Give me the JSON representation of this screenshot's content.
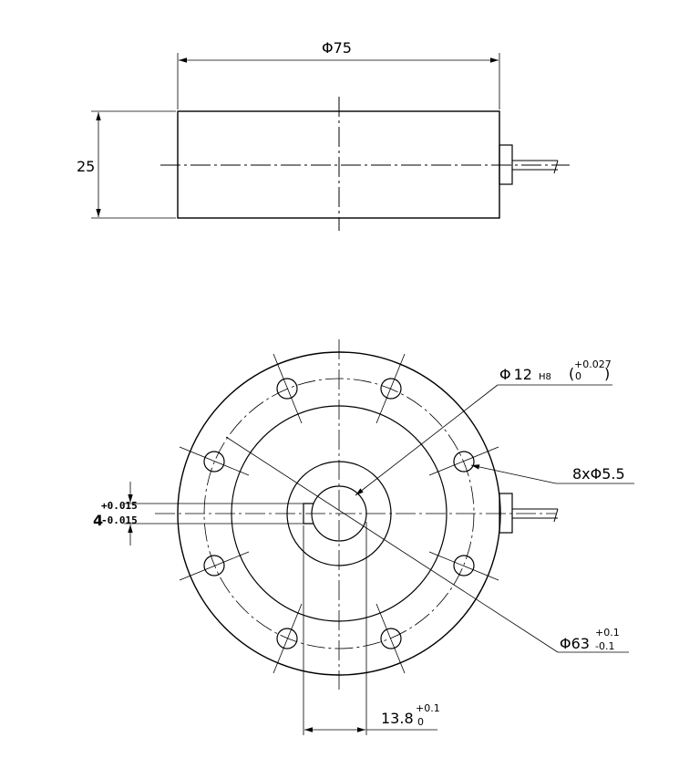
{
  "side_view": {
    "diameter": {
      "symbol": "Φ",
      "value": "75"
    },
    "height": {
      "value": "25"
    }
  },
  "top_view": {
    "bore": {
      "symbol": "Φ",
      "value": "12",
      "fit": "H8",
      "tol_upper": "+0.027",
      "tol_lower": "0"
    },
    "holes": {
      "count_label": "8x",
      "symbol": "Φ",
      "value": "5.5"
    },
    "bolt_circle": {
      "symbol": "Φ",
      "value": "63",
      "tol_upper": "+0.1",
      "tol_lower": "-0.1"
    },
    "keyway_width": {
      "value": "4",
      "tol_upper": "+0.015",
      "tol_lower": "-0.015"
    },
    "keyway_depth": {
      "value": "13.8",
      "tol_upper": "+0.1",
      "tol_lower": "0"
    }
  }
}
